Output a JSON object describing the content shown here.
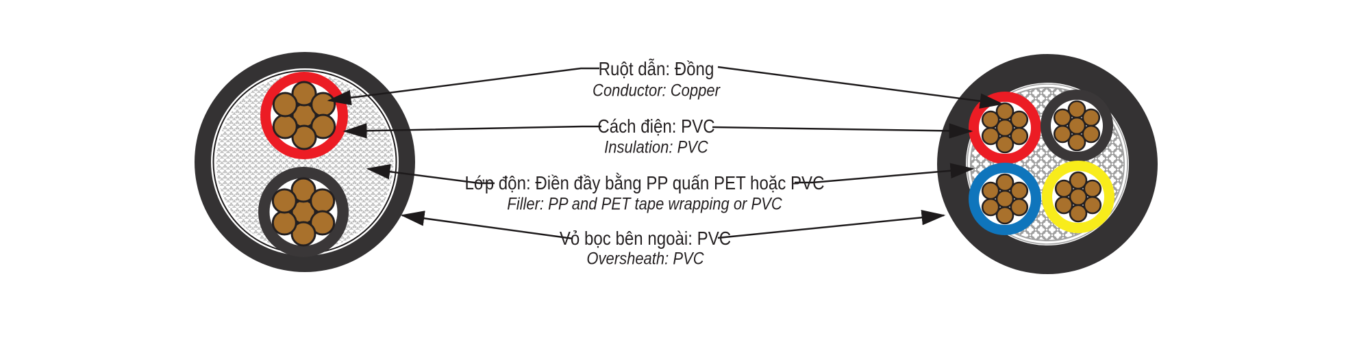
{
  "diagram": {
    "labels": [
      {
        "vi": "Ruột dẫn: Đồng",
        "en": "Conductor: Copper"
      },
      {
        "vi": "Cách điện: PVC",
        "en": "Insulation: PVC"
      },
      {
        "vi": "Lớp độn: Điền đầy bằng PP quấn PET hoặc PVC",
        "en": "Filler: PP and PET tape wrapping or PVC"
      },
      {
        "vi": "Vỏ bọc bên ngoài: PVC",
        "en": "Oversheath: PVC"
      }
    ]
  },
  "cables": {
    "left": {
      "description": "2-core power cable cross-section",
      "core_count": 2,
      "core_insulation_colors": [
        "red",
        "black"
      ]
    },
    "right": {
      "description": "4-core power cable cross-section",
      "core_count": 4,
      "core_insulation_colors": [
        "red",
        "black",
        "blue",
        "yellow"
      ]
    }
  },
  "colors": {
    "text": "#231f20",
    "line": "#1d1a1b",
    "sheath_black": "#343233",
    "insulation_black": "#3a3738",
    "insulation_red": "#ec1c24",
    "insulation_blue": "#0f75bc",
    "insulation_yellow": "#f8ec1b",
    "copper": "#a9712c",
    "filler_texture_left": "#bdbdbd",
    "filler_texture_right": "#9a9a9a"
  }
}
